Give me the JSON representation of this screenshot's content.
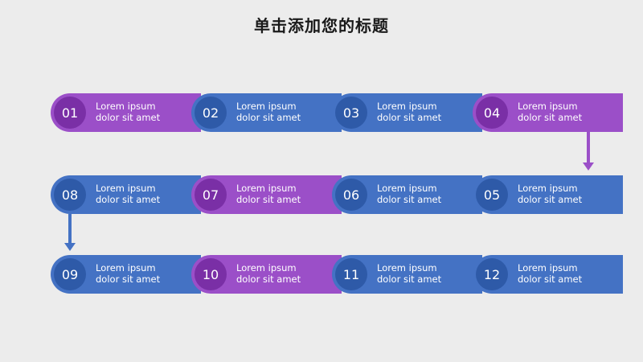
{
  "title": "单击添加您的标题",
  "colors": {
    "purple": "#9b4fc8",
    "blue": "#4472c4",
    "background": "#ececec"
  },
  "steps": [
    {
      "number": "01",
      "line1": "Lorem ipsum",
      "line2": "dolor sit amet",
      "color": "purple"
    },
    {
      "number": "02",
      "line1": "Lorem ipsum",
      "line2": "dolor sit amet",
      "color": "blue"
    },
    {
      "number": "03",
      "line1": "Lorem ipsum",
      "line2": "dolor sit amet",
      "color": "blue"
    },
    {
      "number": "04",
      "line1": "Lorem ipsum",
      "line2": "dolor sit amet",
      "color": "purple"
    },
    {
      "number": "05",
      "line1": "Lorem ipsum",
      "line2": "dolor sit amet",
      "color": "blue"
    },
    {
      "number": "06",
      "line1": "Lorem ipsum",
      "line2": "dolor sit amet",
      "color": "blue"
    },
    {
      "number": "07",
      "line1": "Lorem ipsum",
      "line2": "dolor sit amet",
      "color": "purple"
    },
    {
      "number": "08",
      "line1": "Lorem ipsum",
      "line2": "dolor sit amet",
      "color": "blue"
    },
    {
      "number": "09",
      "line1": "Lorem ipsum",
      "line2": "dolor sit amet",
      "color": "blue"
    },
    {
      "number": "10",
      "line1": "Lorem ipsum",
      "line2": "dolor sit amet",
      "color": "purple"
    },
    {
      "number": "11",
      "line1": "Lorem ipsum",
      "line2": "dolor sit amet",
      "color": "blue"
    },
    {
      "number": "12",
      "line1": "Lorem ipsum",
      "line2": "dolor sit amet",
      "color": "blue"
    }
  ]
}
